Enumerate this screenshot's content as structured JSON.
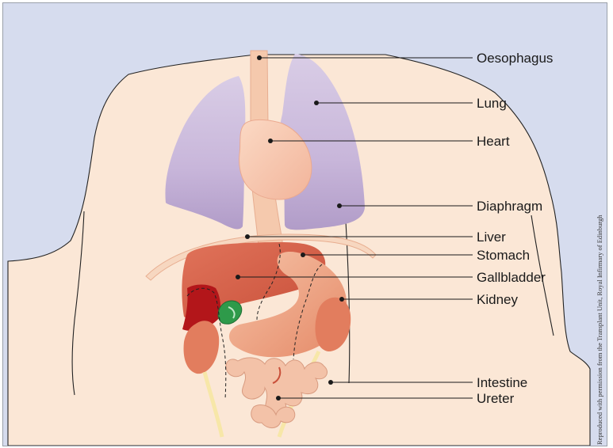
{
  "diagram": {
    "labels": {
      "oesophagus": "Oesophagus",
      "lung": "Lung",
      "heart": "Heart",
      "diaphragm": "Diaphragm",
      "liver": "Liver",
      "stomach": "Stomach",
      "gallbladder": "Gallbladder",
      "kidney": "Kidney",
      "intestine": "Intestine",
      "ureter": "Ureter"
    },
    "credit": "Reproduced with permission from the Transplant Unit, Royal Infirmary of Edinburgh"
  },
  "colors": {
    "background": "#d6dcee",
    "skin": "#fbe7d6",
    "lung": "#c7b6d8",
    "liver": "#d9614b",
    "liver_dark": "#b01818",
    "stomach": "#f0ab8c",
    "gallbladder": "#2e9a4a",
    "kidney": "#e07a5c",
    "intestine": "#f3c2a8",
    "ureter": "#f7e7a8"
  }
}
